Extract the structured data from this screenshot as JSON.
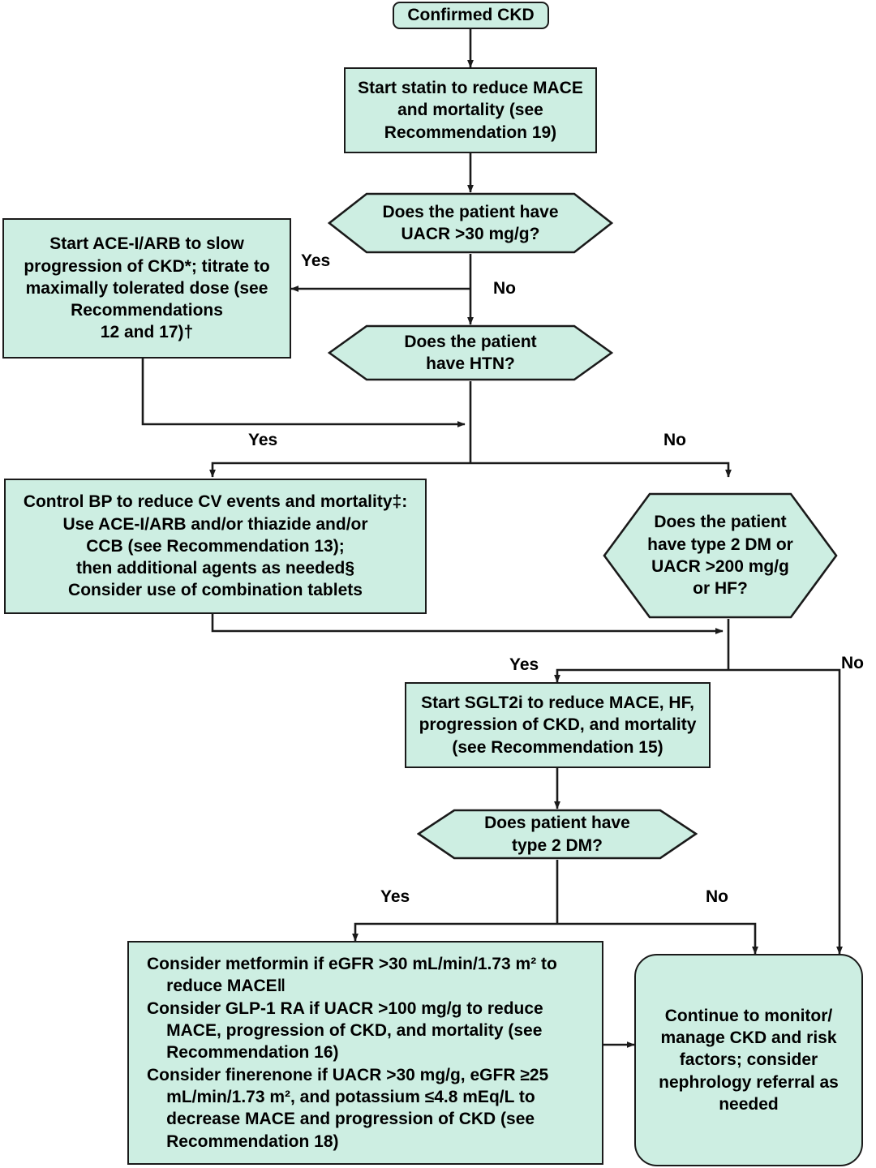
{
  "diagram": {
    "title": "CKD management algorithm flowchart",
    "fill_color": "#cdeee2",
    "stroke_color": "#1a1a1a",
    "background_color": "#ffffff"
  },
  "nodes": {
    "confirmed_ckd": {
      "shape": "pill",
      "text": "Confirmed CKD"
    },
    "start_statin": {
      "shape": "rect",
      "lines": [
        "Start statin to reduce MACE",
        "and mortality (see",
        "Recommendation 19)"
      ]
    },
    "q_uacr30": {
      "shape": "hexagon",
      "lines": [
        "Does the patient have",
        "UACR >30 mg/g?"
      ]
    },
    "start_acei_arb": {
      "shape": "rect",
      "lines": [
        "Start ACE-I/ARB to slow",
        "progression of CKD*; titrate to",
        "maximally tolerated dose (see",
        "Recommendations",
        "12 and 17)†"
      ]
    },
    "q_htn": {
      "shape": "hexagon",
      "lines": [
        "Does the patient",
        "have HTN?"
      ]
    },
    "control_bp": {
      "shape": "rect",
      "lines": [
        "Control BP to reduce CV events and mortality‡:",
        "Use ACE-I/ARB and/or thiazide and/or",
        "CCB (see Recommendation 13);",
        "then additional agents as needed§",
        "Consider use of combination tablets"
      ]
    },
    "q_dm_uacr200_hf": {
      "shape": "hexagon",
      "lines": [
        "Does the patient",
        "have type 2 DM or",
        "UACR >200 mg/g",
        "or HF?"
      ]
    },
    "start_sglt2i": {
      "shape": "rect",
      "lines": [
        "Start SGLT2i to reduce MACE, HF,",
        "progression of CKD, and mortality",
        "(see Recommendation 15)"
      ]
    },
    "q_type2dm": {
      "shape": "hexagon",
      "lines": [
        "Does patient have",
        "type 2 DM?"
      ]
    },
    "consider_meds": {
      "shape": "rect",
      "items": [
        "Consider metformin if eGFR >30 mL/min/1.73 m² to reduce MACE‖",
        "Consider GLP-1 RA if UACR >100 mg/g to reduce MACE, progression of CKD, and mortality (see Recommendation 16)",
        "Consider finerenone if UACR >30 mg/g, eGFR ≥25 mL/min/1.73 m², and potassium ≤4.8 mEq/L to decrease MACE and progression of CKD (see Recommendation 18)"
      ]
    },
    "continue_monitor": {
      "shape": "roundbox",
      "lines": [
        "Continue to monitor/",
        "manage CKD and risk",
        "factors; consider",
        "nephrology referral as",
        "needed"
      ]
    }
  },
  "edge_labels": {
    "uacr30_yes": "Yes",
    "uacr30_no": "No",
    "htn_yes": "Yes",
    "htn_no": "No",
    "dm200_yes": "Yes",
    "dm200_no": "No",
    "type2dm_yes": "Yes",
    "type2dm_no": "No"
  }
}
